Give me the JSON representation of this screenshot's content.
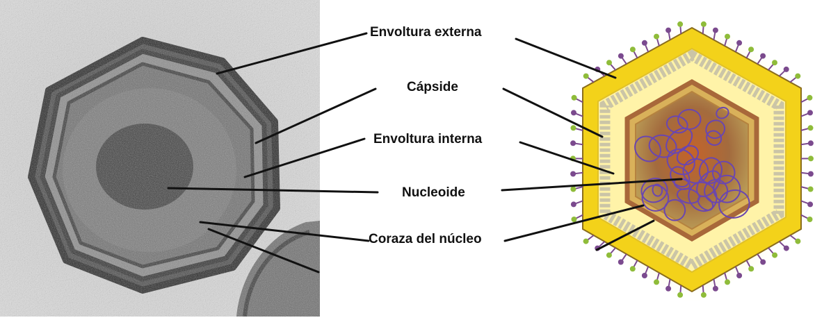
{
  "labels": [
    {
      "id": "envoltura-externa",
      "text": "Envoltura externa"
    },
    {
      "id": "capside",
      "text": "Cápside"
    },
    {
      "id": "envoltura-interna",
      "text": "Envoltura interna"
    },
    {
      "id": "nucleoide",
      "text": "Nucleoide"
    },
    {
      "id": "coraza-del-nucleo",
      "text": "Coraza del núcleo"
    }
  ],
  "colors": {
    "micrograph_dark": "#2b2b2b",
    "micrograph_light": "#d9d9d9",
    "outer_yellow": "#f3d21a",
    "inner_glow": "#fff6b0",
    "capsomer_cream": "#f2efc4",
    "capsomer_gray": "#bdb7a2",
    "core_brown": "#a8683a",
    "core_fill": "#c07a3f",
    "dna_purple": "#6a46b0",
    "spike_green": "#8fbc3a",
    "spike_purple": "#7b4a8e",
    "leader_line": "#111111"
  }
}
